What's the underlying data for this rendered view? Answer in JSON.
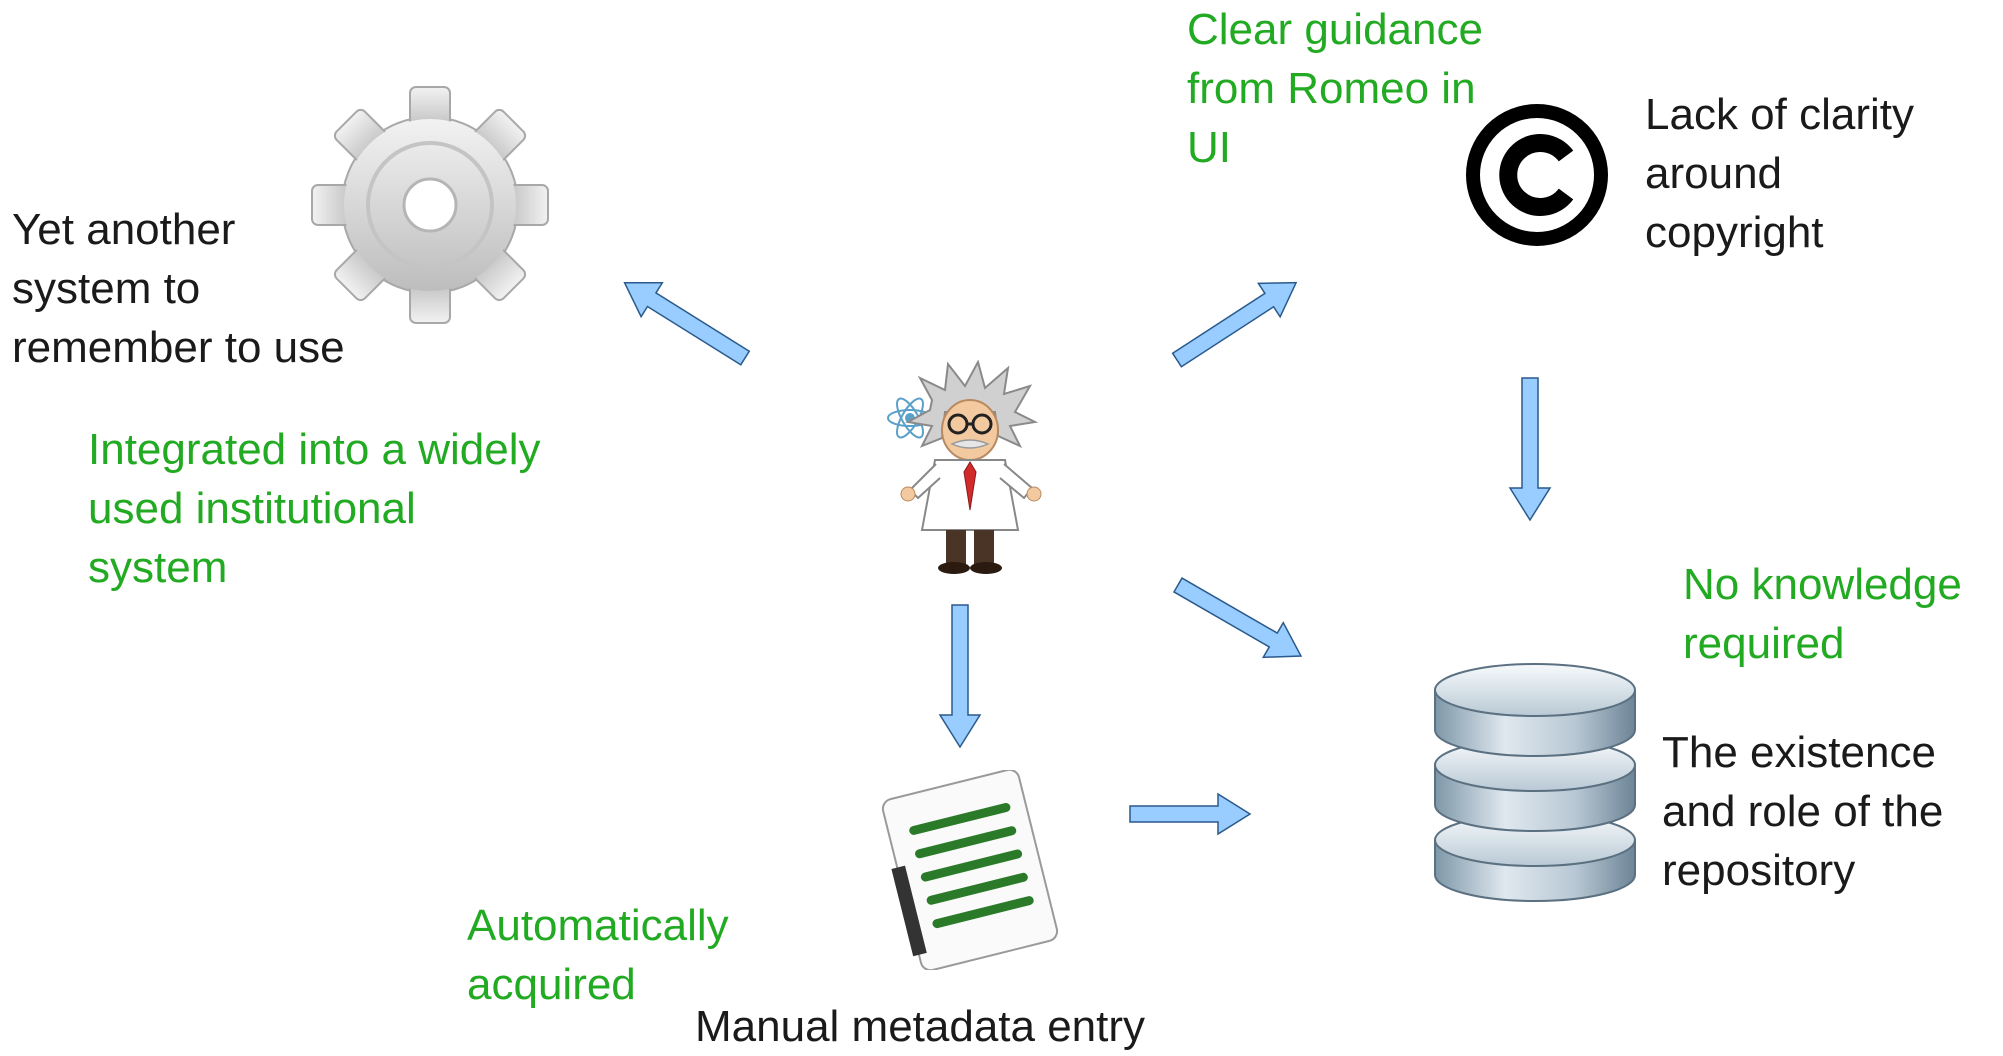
{
  "labels": {
    "gear_problem": "Yet another\nsystem to\nremember to use",
    "gear_solution": "Integrated into a widely\nused institutional\nsystem",
    "copyright_solution": "Clear guidance\nfrom Romeo in\nUI",
    "copyright_problem": "Lack of clarity\naround\ncopyright",
    "repository_solution": "No knowledge\nrequired",
    "repository_problem": "The existence\nand role of the\nrepository",
    "metadata_solution": "Automatically\nacquired",
    "metadata_problem": "Manual metadata entry"
  },
  "colors": {
    "problem_text": "#1a1a1a",
    "solution_text": "#22aa22",
    "arrow_fill": "#99ccff",
    "arrow_stroke": "#2a5a8c"
  },
  "icons": [
    "gear-icon",
    "scientist-icon",
    "copyright-icon",
    "database-icon",
    "document-icon"
  ]
}
